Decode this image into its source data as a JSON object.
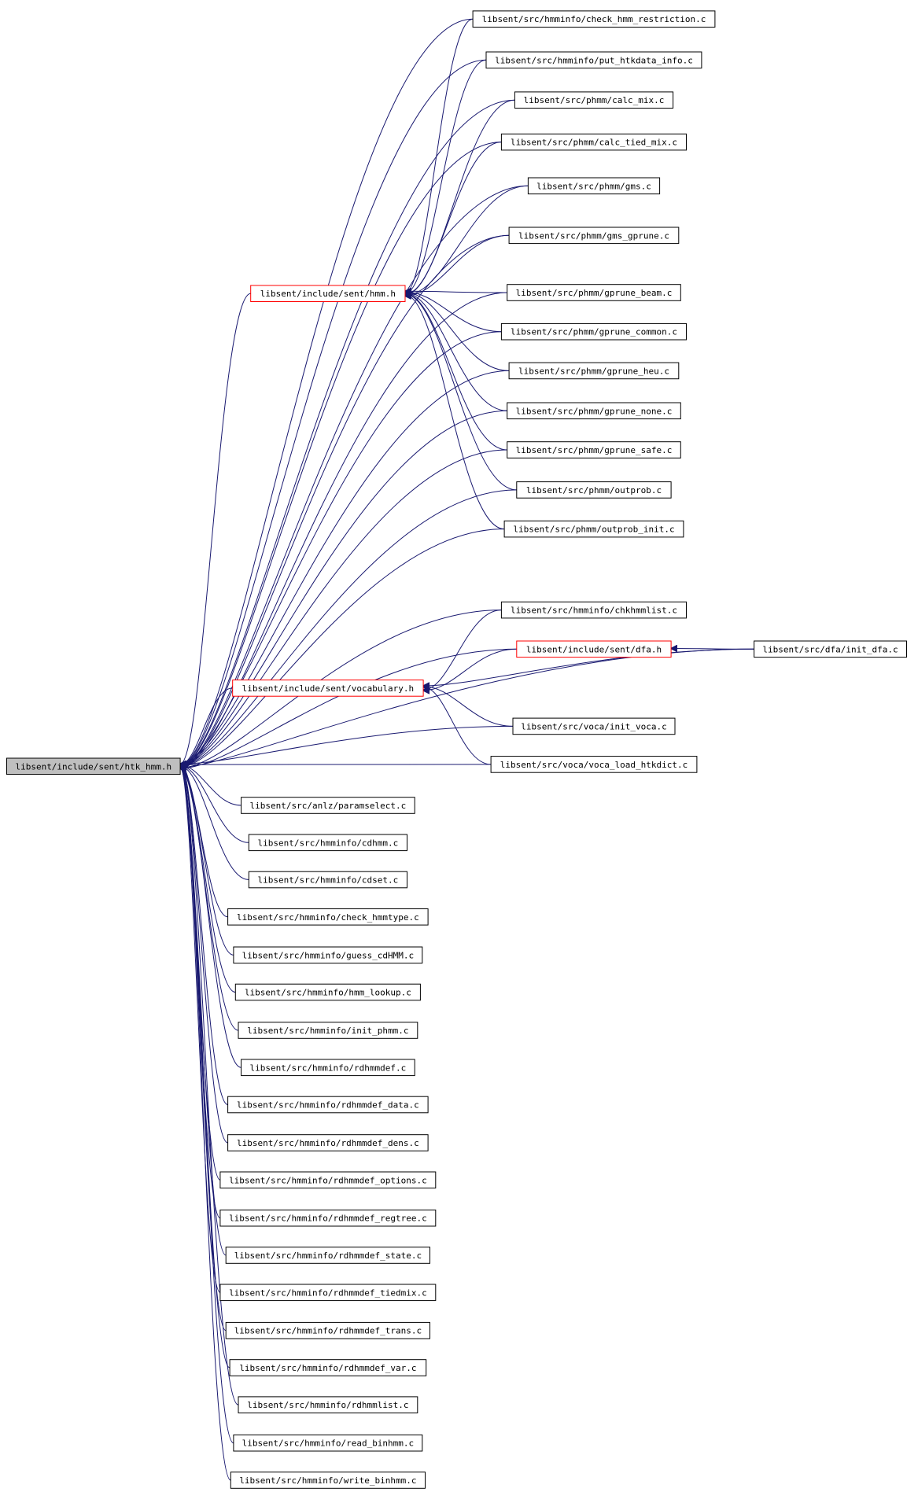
{
  "diagram": {
    "focus_node": "libsent/include/sent/htk_hmm.h",
    "colors": {
      "edge": "#191970",
      "box_border": "#000000",
      "highlight_border": "#ff0000",
      "focus_fill": "#bfbfbf"
    },
    "nodes": [
      {
        "id": "htk_hmm",
        "label": "libsent/include/sent/htk_hmm.h",
        "style": "focus"
      },
      {
        "id": "hmm_h",
        "label": "libsent/include/sent/hmm.h",
        "style": "red"
      },
      {
        "id": "vocab_h",
        "label": "libsent/include/sent/vocabulary.h",
        "style": "red"
      },
      {
        "id": "dfa_h",
        "label": "libsent/include/sent/dfa.h",
        "style": "red"
      },
      {
        "id": "init_dfa",
        "label": "libsent/src/dfa/init_dfa.c",
        "style": "plain"
      },
      {
        "id": "check_hmm_restriction",
        "label": "libsent/src/hmminfo/check_hmm_restriction.c",
        "style": "plain"
      },
      {
        "id": "put_htkdata_info",
        "label": "libsent/src/hmminfo/put_htkdata_info.c",
        "style": "plain"
      },
      {
        "id": "calc_mix",
        "label": "libsent/src/phmm/calc_mix.c",
        "style": "plain"
      },
      {
        "id": "calc_tied_mix",
        "label": "libsent/src/phmm/calc_tied_mix.c",
        "style": "plain"
      },
      {
        "id": "gms",
        "label": "libsent/src/phmm/gms.c",
        "style": "plain"
      },
      {
        "id": "gms_gprune",
        "label": "libsent/src/phmm/gms_gprune.c",
        "style": "plain"
      },
      {
        "id": "gprune_beam",
        "label": "libsent/src/phmm/gprune_beam.c",
        "style": "plain"
      },
      {
        "id": "gprune_common",
        "label": "libsent/src/phmm/gprune_common.c",
        "style": "plain"
      },
      {
        "id": "gprune_heu",
        "label": "libsent/src/phmm/gprune_heu.c",
        "style": "plain"
      },
      {
        "id": "gprune_none",
        "label": "libsent/src/phmm/gprune_none.c",
        "style": "plain"
      },
      {
        "id": "gprune_safe",
        "label": "libsent/src/phmm/gprune_safe.c",
        "style": "plain"
      },
      {
        "id": "outprob",
        "label": "libsent/src/phmm/outprob.c",
        "style": "plain"
      },
      {
        "id": "outprob_init",
        "label": "libsent/src/phmm/outprob_init.c",
        "style": "plain"
      },
      {
        "id": "chkhmmlist",
        "label": "libsent/src/hmminfo/chkhmmlist.c",
        "style": "plain"
      },
      {
        "id": "init_voca",
        "label": "libsent/src/voca/init_voca.c",
        "style": "plain"
      },
      {
        "id": "voca_load_htkdict",
        "label": "libsent/src/voca/voca_load_htkdict.c",
        "style": "plain"
      },
      {
        "id": "paramselect",
        "label": "libsent/src/anlz/paramselect.c",
        "style": "plain"
      },
      {
        "id": "cdhmm",
        "label": "libsent/src/hmminfo/cdhmm.c",
        "style": "plain"
      },
      {
        "id": "cdset",
        "label": "libsent/src/hmminfo/cdset.c",
        "style": "plain"
      },
      {
        "id": "check_hmmtype",
        "label": "libsent/src/hmminfo/check_hmmtype.c",
        "style": "plain"
      },
      {
        "id": "guess_cdHMM",
        "label": "libsent/src/hmminfo/guess_cdHMM.c",
        "style": "plain"
      },
      {
        "id": "hmm_lookup",
        "label": "libsent/src/hmminfo/hmm_lookup.c",
        "style": "plain"
      },
      {
        "id": "init_phmm",
        "label": "libsent/src/hmminfo/init_phmm.c",
        "style": "plain"
      },
      {
        "id": "rdhmmdef",
        "label": "libsent/src/hmminfo/rdhmmdef.c",
        "style": "plain"
      },
      {
        "id": "rdhmmdef_data",
        "label": "libsent/src/hmminfo/rdhmmdef_data.c",
        "style": "plain"
      },
      {
        "id": "rdhmmdef_dens",
        "label": "libsent/src/hmminfo/rdhmmdef_dens.c",
        "style": "plain"
      },
      {
        "id": "rdhmmdef_options",
        "label": "libsent/src/hmminfo/rdhmmdef_options.c",
        "style": "plain"
      },
      {
        "id": "rdhmmdef_regtree",
        "label": "libsent/src/hmminfo/rdhmmdef_regtree.c",
        "style": "plain"
      },
      {
        "id": "rdhmmdef_state",
        "label": "libsent/src/hmminfo/rdhmmdef_state.c",
        "style": "plain"
      },
      {
        "id": "rdhmmdef_tiedmix",
        "label": "libsent/src/hmminfo/rdhmmdef_tiedmix.c",
        "style": "plain"
      },
      {
        "id": "rdhmmdef_trans",
        "label": "libsent/src/hmminfo/rdhmmdef_trans.c",
        "style": "plain"
      },
      {
        "id": "rdhmmdef_var",
        "label": "libsent/src/hmminfo/rdhmmdef_var.c",
        "style": "plain"
      },
      {
        "id": "rdhmmlist",
        "label": "libsent/src/hmminfo/rdhmmlist.c",
        "style": "plain"
      },
      {
        "id": "read_binhmm",
        "label": "libsent/src/hmminfo/read_binhmm.c",
        "style": "plain"
      },
      {
        "id": "write_binhmm",
        "label": "libsent/src/hmminfo/write_binhmm.c",
        "style": "plain"
      }
    ],
    "edges": [
      {
        "from": "hmm_h",
        "to": "htk_hmm"
      },
      {
        "from": "vocab_h",
        "to": "htk_hmm"
      },
      {
        "from": "check_hmm_restriction",
        "to": "htk_hmm"
      },
      {
        "from": "put_htkdata_info",
        "to": "htk_hmm"
      },
      {
        "from": "calc_mix",
        "to": "htk_hmm"
      },
      {
        "from": "calc_tied_mix",
        "to": "htk_hmm"
      },
      {
        "from": "gms",
        "to": "htk_hmm"
      },
      {
        "from": "gms_gprune",
        "to": "htk_hmm"
      },
      {
        "from": "gprune_beam",
        "to": "htk_hmm"
      },
      {
        "from": "gprune_common",
        "to": "htk_hmm"
      },
      {
        "from": "gprune_heu",
        "to": "htk_hmm"
      },
      {
        "from": "gprune_none",
        "to": "htk_hmm"
      },
      {
        "from": "gprune_safe",
        "to": "htk_hmm"
      },
      {
        "from": "outprob",
        "to": "htk_hmm"
      },
      {
        "from": "outprob_init",
        "to": "htk_hmm"
      },
      {
        "from": "init_dfa",
        "to": "htk_hmm"
      },
      {
        "from": "chkhmmlist",
        "to": "htk_hmm"
      },
      {
        "from": "dfa_h",
        "to": "htk_hmm"
      },
      {
        "from": "init_voca",
        "to": "htk_hmm"
      },
      {
        "from": "voca_load_htkdict",
        "to": "htk_hmm"
      },
      {
        "from": "paramselect",
        "to": "htk_hmm"
      },
      {
        "from": "cdhmm",
        "to": "htk_hmm"
      },
      {
        "from": "cdset",
        "to": "htk_hmm"
      },
      {
        "from": "check_hmmtype",
        "to": "htk_hmm"
      },
      {
        "from": "guess_cdHMM",
        "to": "htk_hmm"
      },
      {
        "from": "hmm_lookup",
        "to": "htk_hmm"
      },
      {
        "from": "init_phmm",
        "to": "htk_hmm"
      },
      {
        "from": "rdhmmdef",
        "to": "htk_hmm"
      },
      {
        "from": "rdhmmdef_data",
        "to": "htk_hmm"
      },
      {
        "from": "rdhmmdef_dens",
        "to": "htk_hmm"
      },
      {
        "from": "rdhmmdef_options",
        "to": "htk_hmm"
      },
      {
        "from": "rdhmmdef_regtree",
        "to": "htk_hmm"
      },
      {
        "from": "rdhmmdef_state",
        "to": "htk_hmm"
      },
      {
        "from": "rdhmmdef_tiedmix",
        "to": "htk_hmm"
      },
      {
        "from": "rdhmmdef_trans",
        "to": "htk_hmm"
      },
      {
        "from": "rdhmmdef_var",
        "to": "htk_hmm"
      },
      {
        "from": "rdhmmlist",
        "to": "htk_hmm"
      },
      {
        "from": "read_binhmm",
        "to": "htk_hmm"
      },
      {
        "from": "write_binhmm",
        "to": "htk_hmm"
      },
      {
        "from": "check_hmm_restriction",
        "to": "hmm_h"
      },
      {
        "from": "put_htkdata_info",
        "to": "hmm_h"
      },
      {
        "from": "calc_mix",
        "to": "hmm_h"
      },
      {
        "from": "calc_tied_mix",
        "to": "hmm_h"
      },
      {
        "from": "gms",
        "to": "hmm_h"
      },
      {
        "from": "gms_gprune",
        "to": "hmm_h"
      },
      {
        "from": "gprune_beam",
        "to": "hmm_h"
      },
      {
        "from": "gprune_common",
        "to": "hmm_h"
      },
      {
        "from": "gprune_heu",
        "to": "hmm_h"
      },
      {
        "from": "gprune_none",
        "to": "hmm_h"
      },
      {
        "from": "gprune_safe",
        "to": "hmm_h"
      },
      {
        "from": "outprob",
        "to": "hmm_h"
      },
      {
        "from": "outprob_init",
        "to": "hmm_h"
      },
      {
        "from": "chkhmmlist",
        "to": "vocab_h"
      },
      {
        "from": "dfa_h",
        "to": "vocab_h"
      },
      {
        "from": "init_dfa",
        "to": "vocab_h"
      },
      {
        "from": "init_voca",
        "to": "vocab_h"
      },
      {
        "from": "voca_load_htkdict",
        "to": "vocab_h"
      },
      {
        "from": "init_dfa",
        "to": "dfa_h"
      }
    ]
  }
}
